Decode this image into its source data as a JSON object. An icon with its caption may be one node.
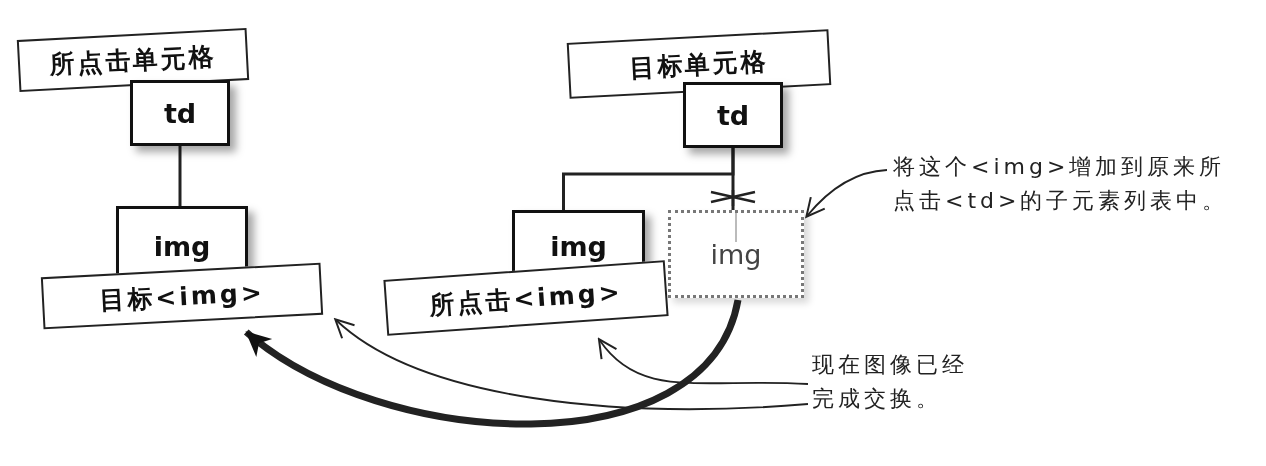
{
  "diagram": {
    "nodes": [
      {
        "text": [
          "所点击单元格",
          "td"
        ]
      },
      {
        "text": [
          "img",
          "目标<img>"
        ]
      },
      {
        "text": [
          "目标单元格",
          "td"
        ]
      },
      {
        "text": [
          "img",
          "所点击<img>"
        ]
      },
      {
        "text": [
          "img"
        ]
      },
      {
        "text": [
          "将这个<img>增加到原来所点击<td>的子元素列表中。"
        ]
      },
      {
        "text": [
          "现在图像已经完成交换。"
        ]
      }
    ],
    "edges": [
      {
        "from": 0,
        "to": 1,
        "arrow": "none"
      },
      {
        "from": 2,
        "to": 3,
        "arrow": "none"
      },
      {
        "from": 2,
        "to": 4,
        "arrow": "other"
      },
      {
        "from": 5,
        "to": 4,
        "arrow": "to"
      },
      {
        "from": 4,
        "to": 1,
        "arrow": "to",
        "style": "thick"
      },
      {
        "from": 6,
        "to": 3,
        "arrow": "to"
      },
      {
        "from": 6,
        "to": 1,
        "arrow": "to"
      }
    ]
  }
}
